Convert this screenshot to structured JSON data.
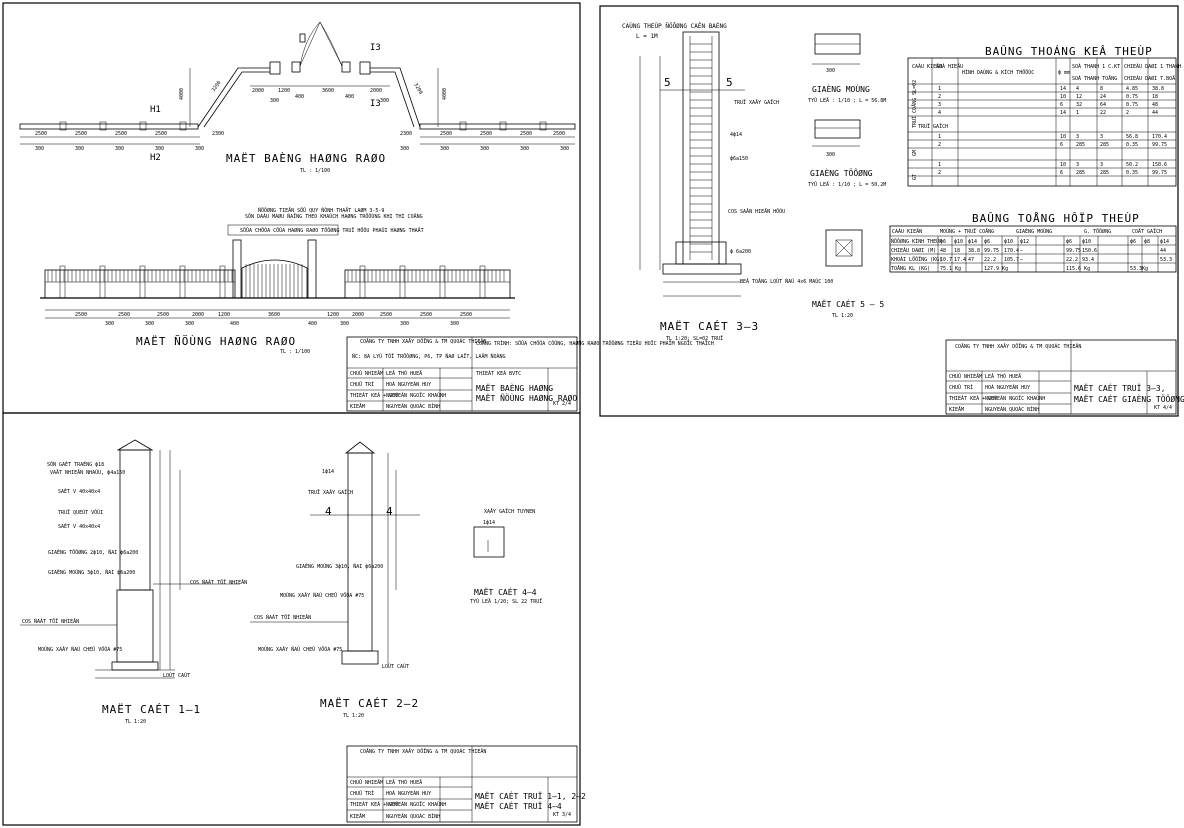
{
  "sheet_tl": {
    "plan_title": "MAËT BAÈNG HAØNG RAØO",
    "plan_scale": "TL : 1/100",
    "plan_dims_left": [
      "2500",
      "2500",
      "2500",
      "2500",
      "2300",
      "4000",
      "3200"
    ],
    "plan_dims_right": [
      "2300",
      "2500",
      "2500",
      "2500",
      "2500",
      "4000",
      "3200"
    ],
    "plan_mid_dims": [
      "2000",
      "1200",
      "400",
      "3600",
      "400",
      "2000",
      "300",
      "300"
    ],
    "plan_sub_300": [
      "300",
      "300",
      "300",
      "300",
      "300",
      "300",
      "300",
      "300",
      "300",
      "300"
    ],
    "plan_marks": {
      "h1": "H1",
      "h2": "H2",
      "i3a": "I3",
      "i3b": "I3"
    },
    "elev_title": "MAËT ÑÖÙNG HAØNG RAØO",
    "elev_scale": "TL : 1/100",
    "elev_note1": "ÑÖÔØNG TIEÂN SÖÛ QUY ÑÒNH THAÄT LAØM 3-5-9",
    "elev_note2": "SÔN DAÀU MAØU ÑAÏNG THEO KHAÙCH HAØNG TRÖÔÙNG KHI THI COÂNG",
    "elev_note3": "SÖÛA CHÖÕA CÖÛA HAØNG RAØO TÖÔØNG TRUÏ HÖÕU PHAÛI HAØNG THAÄT",
    "elev_dims": [
      "2500",
      "2500",
      "2500",
      "2000",
      "1200",
      "3600",
      "1200",
      "2000",
      "2500",
      "2500",
      "2500"
    ],
    "elev_sub": [
      "300",
      "300",
      "300",
      "400",
      "400",
      "300",
      "300",
      "300"
    ],
    "title_block": {
      "company": "COÂNG TY TNHH XAÂY DÖÏNG & TM QUOÁC THIEÂN",
      "address": "ÑC: 8A LYÙ TÖÏ TRÖÔØNG, P6, TP ÑAØ LAÏT, LAÂM ÑOÀNG",
      "project": "COÂNG TRÌNH: SÖÛA CHÖÕA CÔÛNG, HAØNG RAØO TRÖÔØNG TIEÅU HOÏC PHAÏM NGOÏC THAÏCH",
      "roles": [
        "CHUÛ NHIEÄM",
        "CHUÛ TRÌ",
        "THIEÁT KEÁ + VEÕ",
        "KIEÅM"
      ],
      "names": [
        "LEÂ THÒ HUEÄ",
        "HOÀ NGUYEÃN HUY",
        "NGUYEÃN NGOÏC KHAÙNH",
        "NGUYEÃN QUOÁC BÌNH"
      ],
      "stage": "THIEÁT KEÁ BVTC",
      "drawing": [
        "MAËT BAÈNG HAØNG",
        "MAËT ÑÖÙNG HAØNG RAØO"
      ],
      "sheet": "KT 2/4"
    }
  },
  "sheet_tr": {
    "section_title": "MAËT CAÉT 3–3",
    "section_scale": "TL 1:20; SL=02 TRUÏ",
    "label_top": "CAÙNG THEÙP ÑÖÔØNG CAÊN BAÈNG",
    "label_l": "L = 1M",
    "label_truxay": "TRUÏ XAÂY GAÏCH",
    "label_4d14": "4ф14",
    "label_d6": "ф6a150",
    "label_cos": "COS SAÂN HIEÄN HÖÕU",
    "label_d6b": "ф 6a200",
    "label_be": "BEÂ TOÂNG LOÙT ÑAÙ 4x6 MAÙC 100",
    "mark5a": "5",
    "mark5b": "5",
    "giang_mong": "GIAÈNG MOÙNG",
    "giang_mong_scale": "TYÛ LEÄ : 1/10 ; L = 56.8M",
    "giang_tuong": "GIAÈNG TÖÔØNG",
    "giang_tuong_scale": "TYÛ LEÄ : 1/10 ; L = 50.2M",
    "dim_300a": "300",
    "dim_300b": "300",
    "mc55": "MAËT CAÉT 5 – 5",
    "mc55_scale": "TL 1:20",
    "rebar_table_title": "BAÛNG THOÁNG KEÂ THEÙP",
    "rebar_headers": [
      "CAÁU KIEÄN",
      "SOÁ HIEÄU",
      "HÌNH DAÙNG & KÍCH THÖÔÙC",
      "ф mm",
      "SOÁ THANH 1 C.KT",
      "SOÁ THANH TOÅNG",
      "CHIEÀU DAØI 1 THANH",
      "CHIEÀU DAØI T.BOÄ"
    ],
    "rebar_rows": [
      [
        "1",
        "14",
        "4",
        "8",
        "4.85",
        "38.8"
      ],
      [
        "2",
        "10",
        "12",
        "24",
        "0.75",
        "18"
      ],
      [
        "3",
        "6",
        "32",
        "64",
        "0.75",
        "48"
      ],
      [
        "4",
        "14",
        "1",
        "22",
        "2",
        "44"
      ],
      [
        "1",
        "10",
        "3",
        "3",
        "56.8",
        "170.4"
      ],
      [
        "2",
        "6",
        "285",
        "285",
        "0.35",
        "99.75"
      ],
      [
        "1",
        "10",
        "3",
        "3",
        "50.2",
        "150.6"
      ],
      [
        "2",
        "6",
        "285",
        "285",
        "0.35",
        "99.75"
      ]
    ],
    "rebar_groups": [
      "TRUÏ COÅNG SL=02",
      "TRUÏ GAÏCH",
      "GM",
      "GT"
    ],
    "sum_table_title": "BAÛNG TOÅNG HÔÏP THEÙP",
    "sum_headers": [
      "CAÁU KIEÄN",
      "MOÙNG + TRUÏ COÅNG",
      "GIAÈNG MOÙNG",
      "G. TÖÔØNG",
      "COÄT GAÏCH"
    ],
    "sum_sub": [
      "ÑÖÔØNG KÍNH THEÙP",
      "ф6",
      "ф10",
      "ф14",
      "ф6",
      "ф10",
      "ф12",
      "ф6",
      "ф10",
      "ф6",
      "ф8",
      "ф14"
    ],
    "sum_rows": [
      [
        "CHIEÀU DAØI (M)",
        "48",
        "18",
        "38.8",
        "99.75",
        "170.4",
        "–",
        "99.75",
        "150.6",
        "",
        "",
        "44"
      ],
      [
        "KHOÁI LÖÔÏNG (KG)",
        "10.7",
        "17.4",
        "47",
        "22.2",
        "105.7",
        "–",
        "22.2",
        "93.4",
        "",
        "",
        "53.3"
      ],
      [
        "TOÅNG KL (KG)",
        "75.1 Kg",
        "",
        "",
        "127.9 Kg",
        "",
        "",
        "115.6 Kg",
        "",
        "53.3Kg",
        "",
        ""
      ]
    ],
    "title_block": {
      "company": "COÂNG TY TNHH XAÂY DÖÏNG & TM QUOÁC THIEÂN",
      "roles": [
        "CHUÛ NHIEÄM",
        "CHUÛ TRÌ",
        "THIEÁT KEÁ + VEÕ",
        "KIEÅM"
      ],
      "names": [
        "LEÂ THÒ HUEÄ",
        "HOÀ NGUYEÃN HUY",
        "NGUYEÃN NGOÏC KHAÙNH",
        "NGUYEÃN QUOÁC BÌNH"
      ],
      "drawing": [
        "MAËT CAÉT TRUÏ 3–3,",
        "MAËT CAÉT GIAÈNG TÖÔØNG"
      ],
      "sheet": "KT 4/4"
    }
  },
  "sheet_bl": {
    "mc11": "MAËT CAÉT 1–1",
    "mc11_scale": "TL 1:20",
    "mc22": "MAËT CAÉT 2–2",
    "mc22_scale": "TL 1:20",
    "mc44": "MAËT CAÉT 4–4",
    "mc44_scale": "TYÛ LEÄ 1/20; SL 22 TRUÏ",
    "labels_11": [
      "SÔN GAÉT TRAÉNG ф18",
      "VAÄT NHIEÂN NHAÙU, ф4a150",
      "SAÉT V 40x40x4",
      "TRUÏ QUEÙT VÔÙI",
      "SAÉT V 40x40x4",
      "GIAÈNG TÖÔØNG 2ф10, ÑAI ф6a200",
      "GIAÈNG MOÙNG 3ф10, ÑAI ф6a200",
      "COS ÑAÁT TÖÏ NHIEÂN",
      "COS ÑAÁT TÖÏ NHIEÂN",
      "MOÙNG XAÂY ÑAÙ CHEÛ VÖÕA #75",
      "LOÙT CAÙT"
    ],
    "labels_22": [
      "1ф14",
      "TRUÏ XAÂY GAÏCH",
      "GIAÈNG MOÙNG 3ф10, ÑAI ф6a200",
      "MOÙNG XAÂY ÑAÙ CHEÛ VÖÕA #75",
      "COS ÑAÁT TÖÏ NHIEÂN",
      "MOÙNG XAÂY ÑAÙ CHEÛ VÖÕA #75",
      "LOÙT CAÙT"
    ],
    "mark4a": "4",
    "mark4b": "4",
    "labels_44": [
      "XAÂY GAÏCH TUYNEN",
      "1ф14"
    ],
    "title_block": {
      "company": "COÂNG TY TNHH XAÂY DÖÏNG & TM QUOÁC THIEÂN",
      "roles": [
        "CHUÛ NHIEÄM",
        "CHUÛ TRÌ",
        "THIEÁT KEÁ + VEÕ",
        "KIEÅM"
      ],
      "names": [
        "LEÂ THÒ HUEÄ",
        "HOÀ NGUYEÃN HUY",
        "NGUYEÃN NGOÏC KHAÙNH",
        "NGUYEÃN QUOÁC BÌNH"
      ],
      "drawing": [
        "MAËT CAÉT TRUÏ 1–1, 2–2",
        "MAËT CAÉT TRUÏ 4–4"
      ],
      "sheet": "KT 3/4"
    }
  }
}
